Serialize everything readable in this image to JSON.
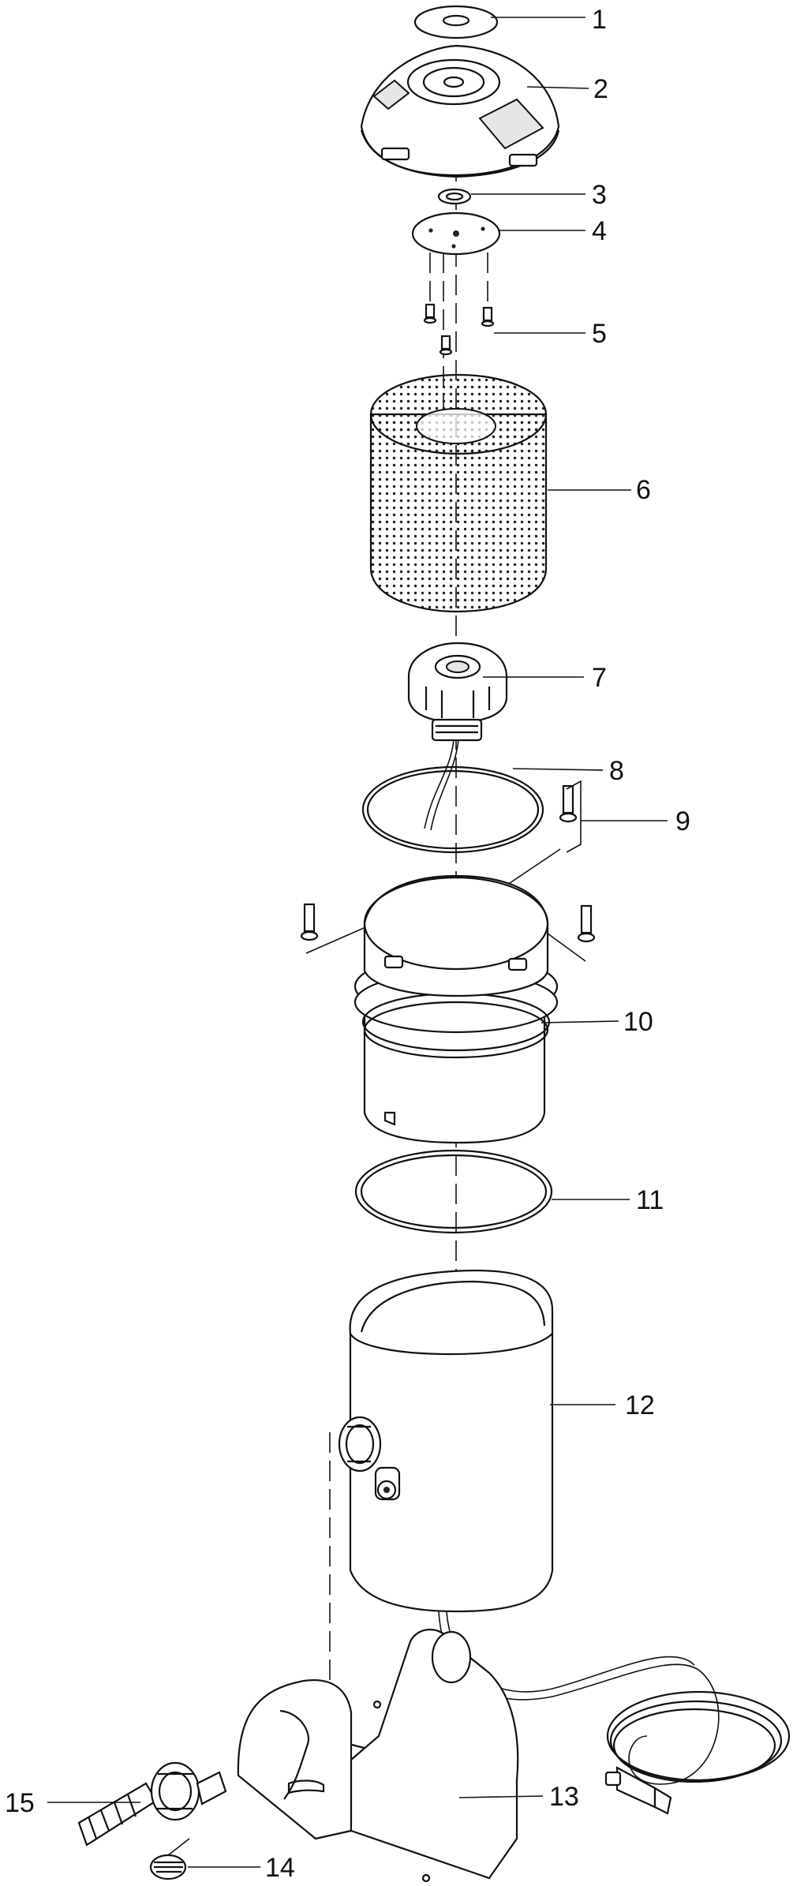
{
  "callouts": [
    {
      "id": "1",
      "label": "1"
    },
    {
      "id": "2",
      "label": "2"
    },
    {
      "id": "3",
      "label": "3"
    },
    {
      "id": "4",
      "label": "4"
    },
    {
      "id": "5",
      "label": "5"
    },
    {
      "id": "6",
      "label": "6"
    },
    {
      "id": "7",
      "label": "7"
    },
    {
      "id": "8",
      "label": "8"
    },
    {
      "id": "9",
      "label": "9"
    },
    {
      "id": "10",
      "label": "10"
    },
    {
      "id": "11",
      "label": "11"
    },
    {
      "id": "12",
      "label": "12"
    },
    {
      "id": "13",
      "label": "13"
    },
    {
      "id": "14",
      "label": "14"
    },
    {
      "id": "15",
      "label": "15"
    }
  ],
  "colors": {
    "line": "#111111",
    "background": "#ffffff",
    "shade": "#e6e6e6"
  }
}
